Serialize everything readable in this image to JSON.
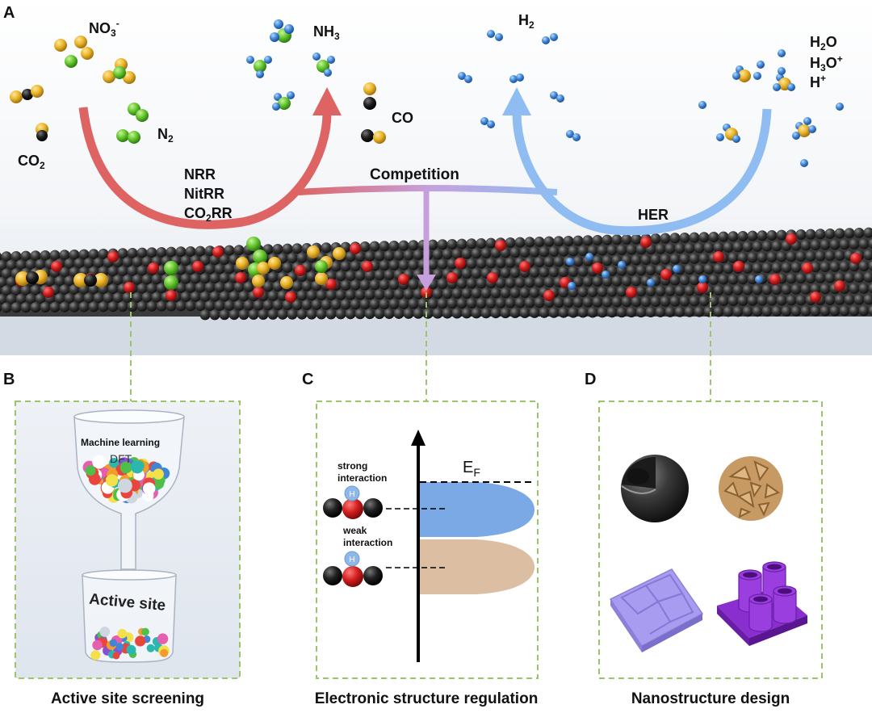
{
  "panels": {
    "a": {
      "letter": "A",
      "molecules_left": {
        "no3": "NO3-",
        "n2": "N2",
        "co2": "CO2"
      },
      "molecules_mid": {
        "nh3": "NH3",
        "co": "CO"
      },
      "molecules_right": {
        "h2": "H2",
        "h2o": "H2O",
        "h3o": "H3O+",
        "hplus": "H+"
      },
      "reactions_left": [
        "NRR",
        "NitRR",
        "CO2RR"
      ],
      "competition": "Competition",
      "her": "HER"
    },
    "b": {
      "letter": "B",
      "funnel_text": "Machine learning",
      "funnel_subtext": "DFT",
      "beaker_text": "Active site",
      "caption": "Active site screening"
    },
    "c": {
      "letter": "C",
      "strong": [
        "strong",
        "interaction"
      ],
      "weak": [
        "weak",
        "interaction"
      ],
      "atom_h": "H",
      "fermi": "E",
      "fermi_sub": "F",
      "caption": "Electronic structure regulation"
    },
    "d": {
      "letter": "D",
      "caption": "Nanostructure design"
    }
  },
  "colors": {
    "red_arrow": "#de6464",
    "blue_arrow": "#8fbdf2",
    "purple_arrow": "#c6a0dc",
    "dashed_box": "#9cc46a",
    "carbon": "#2b2b2b",
    "oxygen_red": "#cf1f1f",
    "gold": "#e8b52c",
    "green": "#6cc832",
    "blue_h": "#3f86d8",
    "band_blue": "#7ba9e6",
    "band_tan": "#dcbfa3"
  }
}
